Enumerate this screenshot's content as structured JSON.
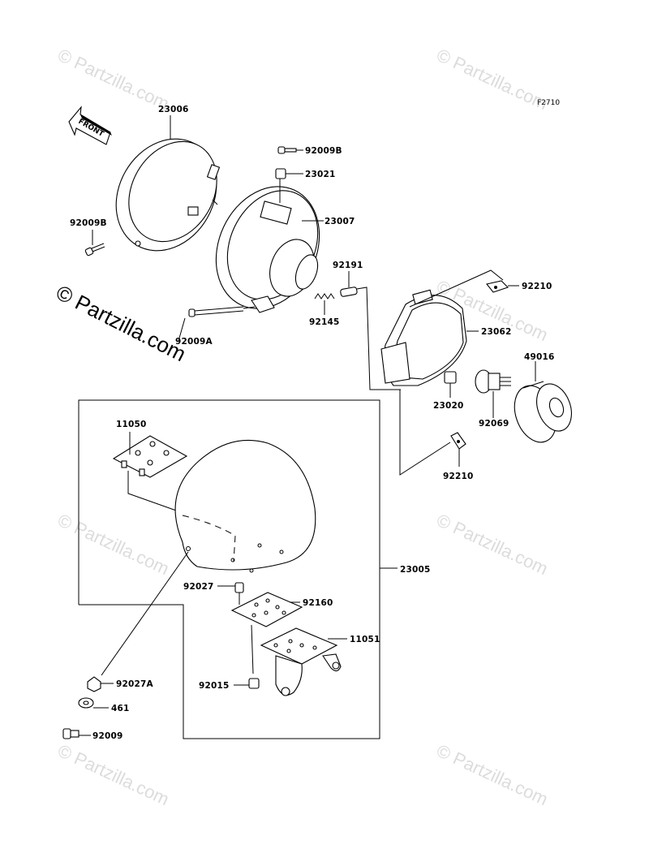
{
  "figure_code": "F2710",
  "front_label": "FRONT",
  "watermark_big": "© Partzilla.com",
  "watermark_faint": "© Partzilla.com",
  "parts": {
    "p23006": "23006",
    "p92009B_top": "92009B",
    "p23021": "23021",
    "p92009B_left": "92009B",
    "p23007": "23007",
    "p92191": "92191",
    "p92145": "92145",
    "p92009A": "92009A",
    "p92210_top": "92210",
    "p23062": "23062",
    "p49016": "49016",
    "p23020": "23020",
    "p92069": "92069",
    "p92210_bot": "92210",
    "p11050": "11050",
    "p23005": "23005",
    "p92027": "92027",
    "p92160": "92160",
    "p11051": "11051",
    "p92015": "92015",
    "p92027A": "92027A",
    "p461": "461",
    "p92009": "92009"
  }
}
